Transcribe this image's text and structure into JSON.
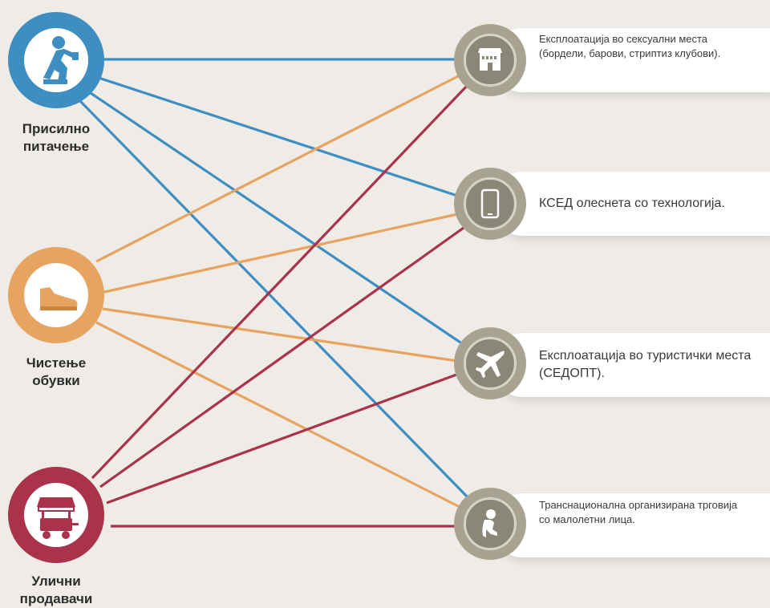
{
  "colors": {
    "blue": "#3f8ec2",
    "orange": "#e7a360",
    "red": "#a8334a",
    "grey": "#8b8776",
    "background": "#efece7"
  },
  "left_nodes": [
    {
      "id": "begging",
      "label": "Присилно питачење",
      "color": "#3f8ec2",
      "icon": "kneeling-person-icon"
    },
    {
      "id": "shoeshine",
      "label": "Чистење обувки",
      "color": "#e7a360",
      "icon": "shoe-icon"
    },
    {
      "id": "vendors",
      "label": "Улични продавачи",
      "color": "#a8334a",
      "icon": "market-stall-cart-icon"
    }
  ],
  "right_nodes": [
    {
      "id": "sex-venues",
      "label": "Експлоатација во сексуални места (бордели, барови, стриптиз клубови).",
      "icon": "building-icon"
    },
    {
      "id": "technology",
      "label": "КСЕД олеснета со технологија.",
      "icon": "smartphone-icon"
    },
    {
      "id": "tourism",
      "label": "Експлоатација во туристички места (СЕДОПТ).",
      "icon": "airplane-icon"
    },
    {
      "id": "trafficking",
      "label": "Транснационална организирана трговија со малолетни лица.",
      "icon": "crouching-child-icon"
    }
  ],
  "connections": [
    {
      "from": "begging",
      "to": "sex-venues"
    },
    {
      "from": "begging",
      "to": "technology"
    },
    {
      "from": "begging",
      "to": "tourism"
    },
    {
      "from": "begging",
      "to": "trafficking"
    },
    {
      "from": "shoeshine",
      "to": "sex-venues"
    },
    {
      "from": "shoeshine",
      "to": "technology"
    },
    {
      "from": "shoeshine",
      "to": "tourism"
    },
    {
      "from": "shoeshine",
      "to": "trafficking"
    },
    {
      "from": "vendors",
      "to": "sex-venues"
    },
    {
      "from": "vendors",
      "to": "technology"
    },
    {
      "from": "vendors",
      "to": "tourism"
    },
    {
      "from": "vendors",
      "to": "trafficking"
    }
  ]
}
